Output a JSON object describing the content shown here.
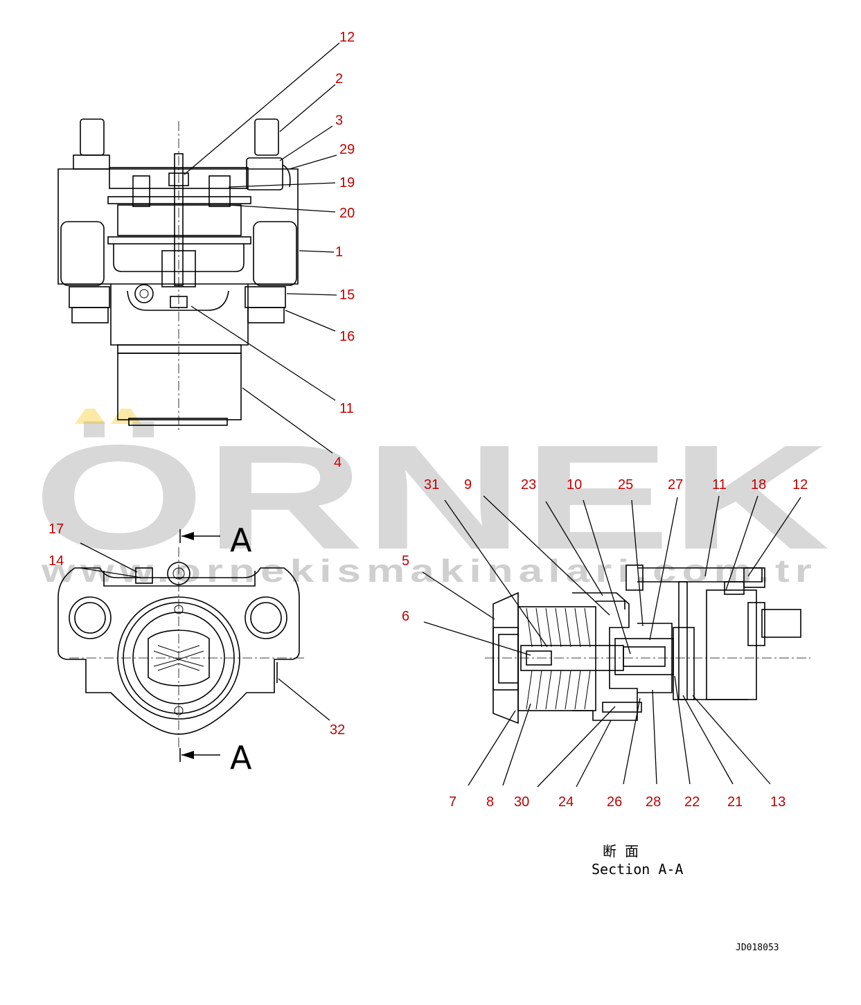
{
  "watermark": {
    "brand": "ÖRNEK",
    "url": "www.ornekismakinalari.com.tr",
    "brand_color": "#d6d6d6",
    "accent_color": "#f2c200"
  },
  "section_marker": "A",
  "section_caption": {
    "jp": "断 面",
    "en": "Section A-A"
  },
  "drawing_id": "JD018053",
  "label_color": "#c00000",
  "top_view_labels": [
    "12",
    "2",
    "3",
    "29",
    "19",
    "20",
    "1",
    "15",
    "16",
    "11",
    "4"
  ],
  "end_view_labels": [
    "17",
    "14",
    "32"
  ],
  "section_top_labels": [
    "31",
    "9",
    "23",
    "10",
    "25",
    "27",
    "11",
    "18",
    "12"
  ],
  "section_side_labels": [
    "5",
    "6"
  ],
  "section_bottom_labels": [
    "7",
    "8",
    "30",
    "24",
    "26",
    "28",
    "22",
    "21",
    "13"
  ]
}
